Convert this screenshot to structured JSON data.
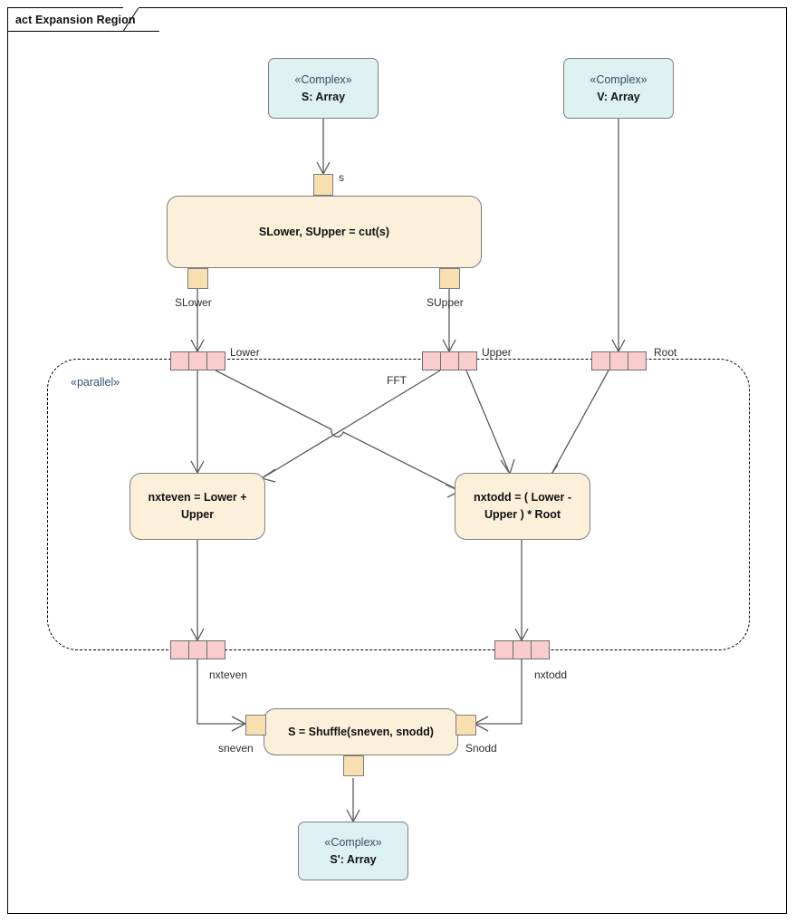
{
  "diagram": {
    "frame_label": "act Expansion Region",
    "region_keyword": "«parallel»",
    "region_name": "FFT"
  },
  "object_nodes": [
    {
      "id": "s-array",
      "stereotype": "«Complex»",
      "name": "S: Array"
    },
    {
      "id": "v-array",
      "stereotype": "«Complex»",
      "name": "V: Array"
    },
    {
      "id": "sprime-array",
      "stereotype": "«Complex»",
      "name": "S': Array"
    }
  ],
  "actions": [
    {
      "id": "cut",
      "label": "SLower, SUpper = cut(s)"
    },
    {
      "id": "nxteven",
      "label": "nxteven = Lower + Upper"
    },
    {
      "id": "nxtodd",
      "label": "nxtodd = ( Lower - Upper ) * Root"
    },
    {
      "id": "shuffle",
      "label": "S = Shuffle(sneven, snodd)"
    }
  ],
  "pins": [
    {
      "id": "pin-s",
      "label": "s"
    },
    {
      "id": "pin-slower",
      "label": "SLower"
    },
    {
      "id": "pin-supper",
      "label": "SUpper"
    },
    {
      "id": "pin-sneven",
      "label": "sneven"
    },
    {
      "id": "pin-snodd",
      "label": "Snodd"
    },
    {
      "id": "pin-shuffle-out",
      "label": ""
    }
  ],
  "expansion_nodes": [
    {
      "id": "exp-lower",
      "label": "Lower"
    },
    {
      "id": "exp-upper",
      "label": "Upper"
    },
    {
      "id": "exp-root",
      "label": "Root"
    },
    {
      "id": "exp-nxteven",
      "label": "nxteven"
    },
    {
      "id": "exp-nxtodd",
      "label": "nxtodd"
    }
  ],
  "colors": {
    "object_node_fill": "#ddf1f2",
    "action_fill": "#fcf0db",
    "pin_fill": "#f7dfb0",
    "expansion_fill": "#f9cdcd",
    "edge_stroke": "#5b5b5b",
    "border_stroke": "#7f7f7f",
    "keyword_text": "#2f4f77"
  }
}
